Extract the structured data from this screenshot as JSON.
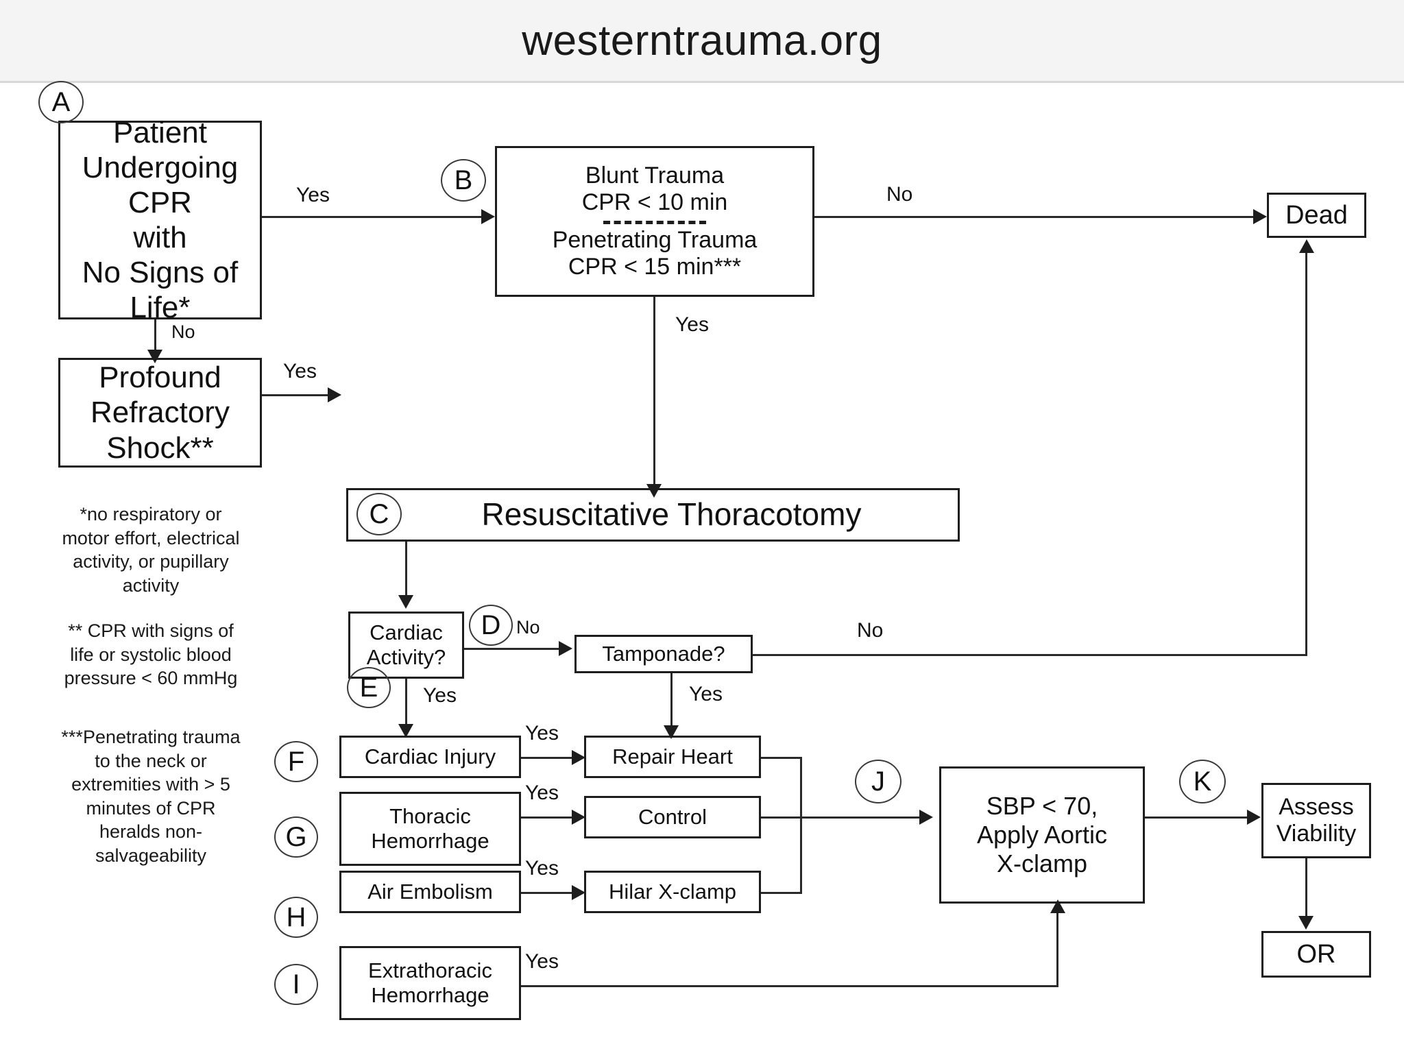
{
  "header": {
    "title": "westerntrauma.org"
  },
  "nodes": {
    "a": "A",
    "b": "B",
    "c": "C",
    "d": "D",
    "e": "E",
    "f": "F",
    "g": "G",
    "h": "H",
    "i": "I",
    "j": "J",
    "k": "K"
  },
  "boxes": {
    "patient_cpr": {
      "lines": [
        "Patient",
        "Undergoing",
        "CPR",
        "with",
        "No Signs of",
        "Life*"
      ]
    },
    "trauma_criteria": {
      "lines_top": [
        "Blunt Trauma",
        "CPR < 10 min"
      ],
      "lines_bottom": [
        "Penetrating Trauma",
        "CPR < 15 min***"
      ]
    },
    "dead": {
      "label": "Dead"
    },
    "shock": {
      "lines": [
        "Profound",
        "Refractory",
        "Shock**"
      ]
    },
    "thoracotomy": {
      "label": "Resuscitative Thoracotomy"
    },
    "cardiac_activity": {
      "lines": [
        "Cardiac",
        "Activity?"
      ]
    },
    "tamponade": {
      "label": "Tamponade?"
    },
    "cardiac_injury": {
      "label": "Cardiac Injury"
    },
    "repair_heart": {
      "label": "Repair Heart"
    },
    "thoracic_hemorrhage": {
      "lines": [
        "Thoracic",
        "Hemorrhage"
      ]
    },
    "control": {
      "label": "Control"
    },
    "air_embolism": {
      "label": "Air Embolism"
    },
    "hilar_xclamp": {
      "label": "Hilar X-clamp"
    },
    "extrathoracic_hemorrhage": {
      "lines": [
        "Extrathoracic",
        "Hemorrhage"
      ]
    },
    "sbp_aortic": {
      "lines": [
        "SBP < 70,",
        "Apply Aortic",
        "X-clamp"
      ]
    },
    "assess_viability": {
      "lines": [
        "Assess",
        "Viability"
      ]
    },
    "or": {
      "label": "OR"
    }
  },
  "edges": {
    "patient_yes": "Yes",
    "patient_no": "No",
    "trauma_no": "No",
    "trauma_yes": "Yes",
    "shock_yes": "Yes",
    "cardiac_no": "No",
    "cardiac_yes": "Yes",
    "tamponade_no": "No",
    "tamponade_yes": "Yes",
    "cardiac_injury_yes": "Yes",
    "thoracic_yes": "Yes",
    "air_embolism_yes": "Yes",
    "extrathoracic_yes": "Yes"
  },
  "footnotes": {
    "one": "*no respiratory or motor effort, electrical activity, or pupillary activity",
    "two": "** CPR with signs of life or systolic blood pressure < 60 mmHg",
    "three": "***Penetrating trauma to the neck or extremities with > 5 minutes of CPR heralds non-salvageability"
  }
}
